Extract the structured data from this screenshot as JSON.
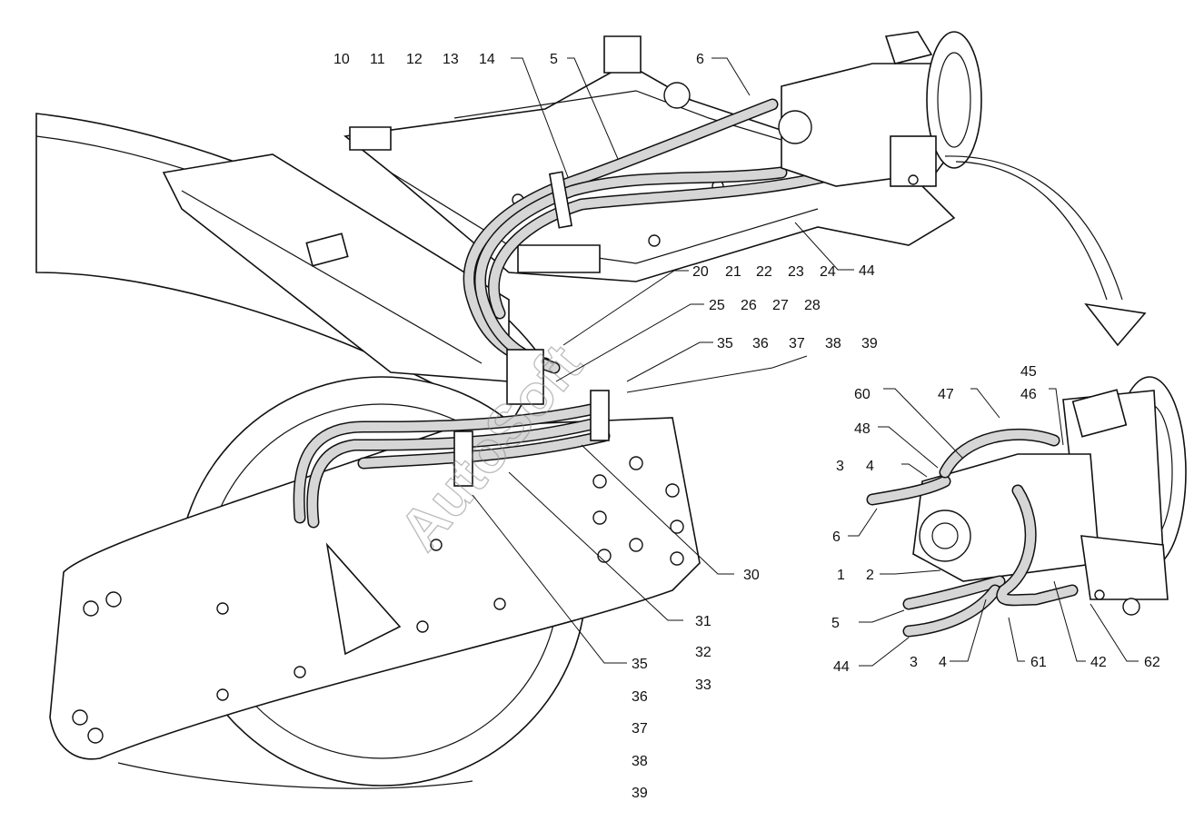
{
  "watermark": "AutoSoft",
  "callouts_main": [
    "10",
    "11",
    "12",
    "13",
    "14",
    "5",
    "6",
    "20",
    "21",
    "22",
    "23",
    "24",
    "25",
    "26",
    "27",
    "28",
    "35",
    "36",
    "37",
    "38",
    "39",
    "44",
    "30",
    "31",
    "32",
    "33",
    "35",
    "36",
    "37",
    "38",
    "39"
  ],
  "callouts_detail": [
    "45",
    "46",
    "47",
    "60",
    "48",
    "3",
    "4",
    "6",
    "1",
    "2",
    "5",
    "44",
    "3",
    "4",
    "61",
    "42",
    "62"
  ]
}
